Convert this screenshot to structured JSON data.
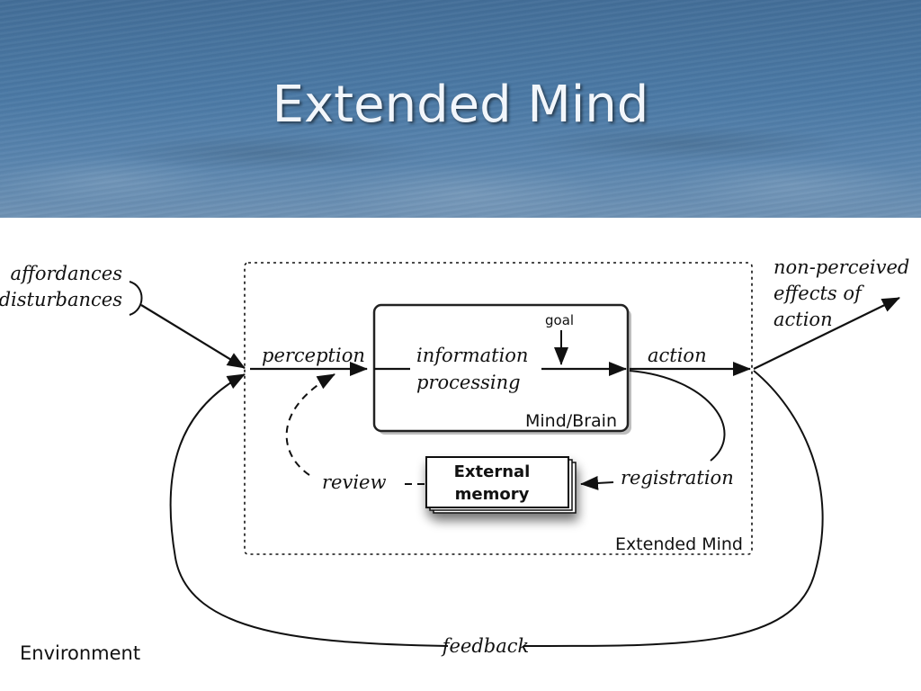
{
  "slide": {
    "title": "Extended Mind"
  },
  "diagram": {
    "input_labels": [
      "affordances",
      "disturbances"
    ],
    "output_labels": [
      "non-perceived",
      "effects of",
      "action"
    ],
    "perception_label": "perception",
    "processing_labels": [
      "information",
      "processing"
    ],
    "goal_label": "goal",
    "mind_brain_label": "Mind/Brain",
    "action_label": "action",
    "external_memory_labels": [
      "External",
      "memory"
    ],
    "review_label": "review",
    "registration_label": "registration",
    "extended_mind_label": "Extended Mind",
    "feedback_label": "feedback",
    "environment_label": "Environment"
  }
}
